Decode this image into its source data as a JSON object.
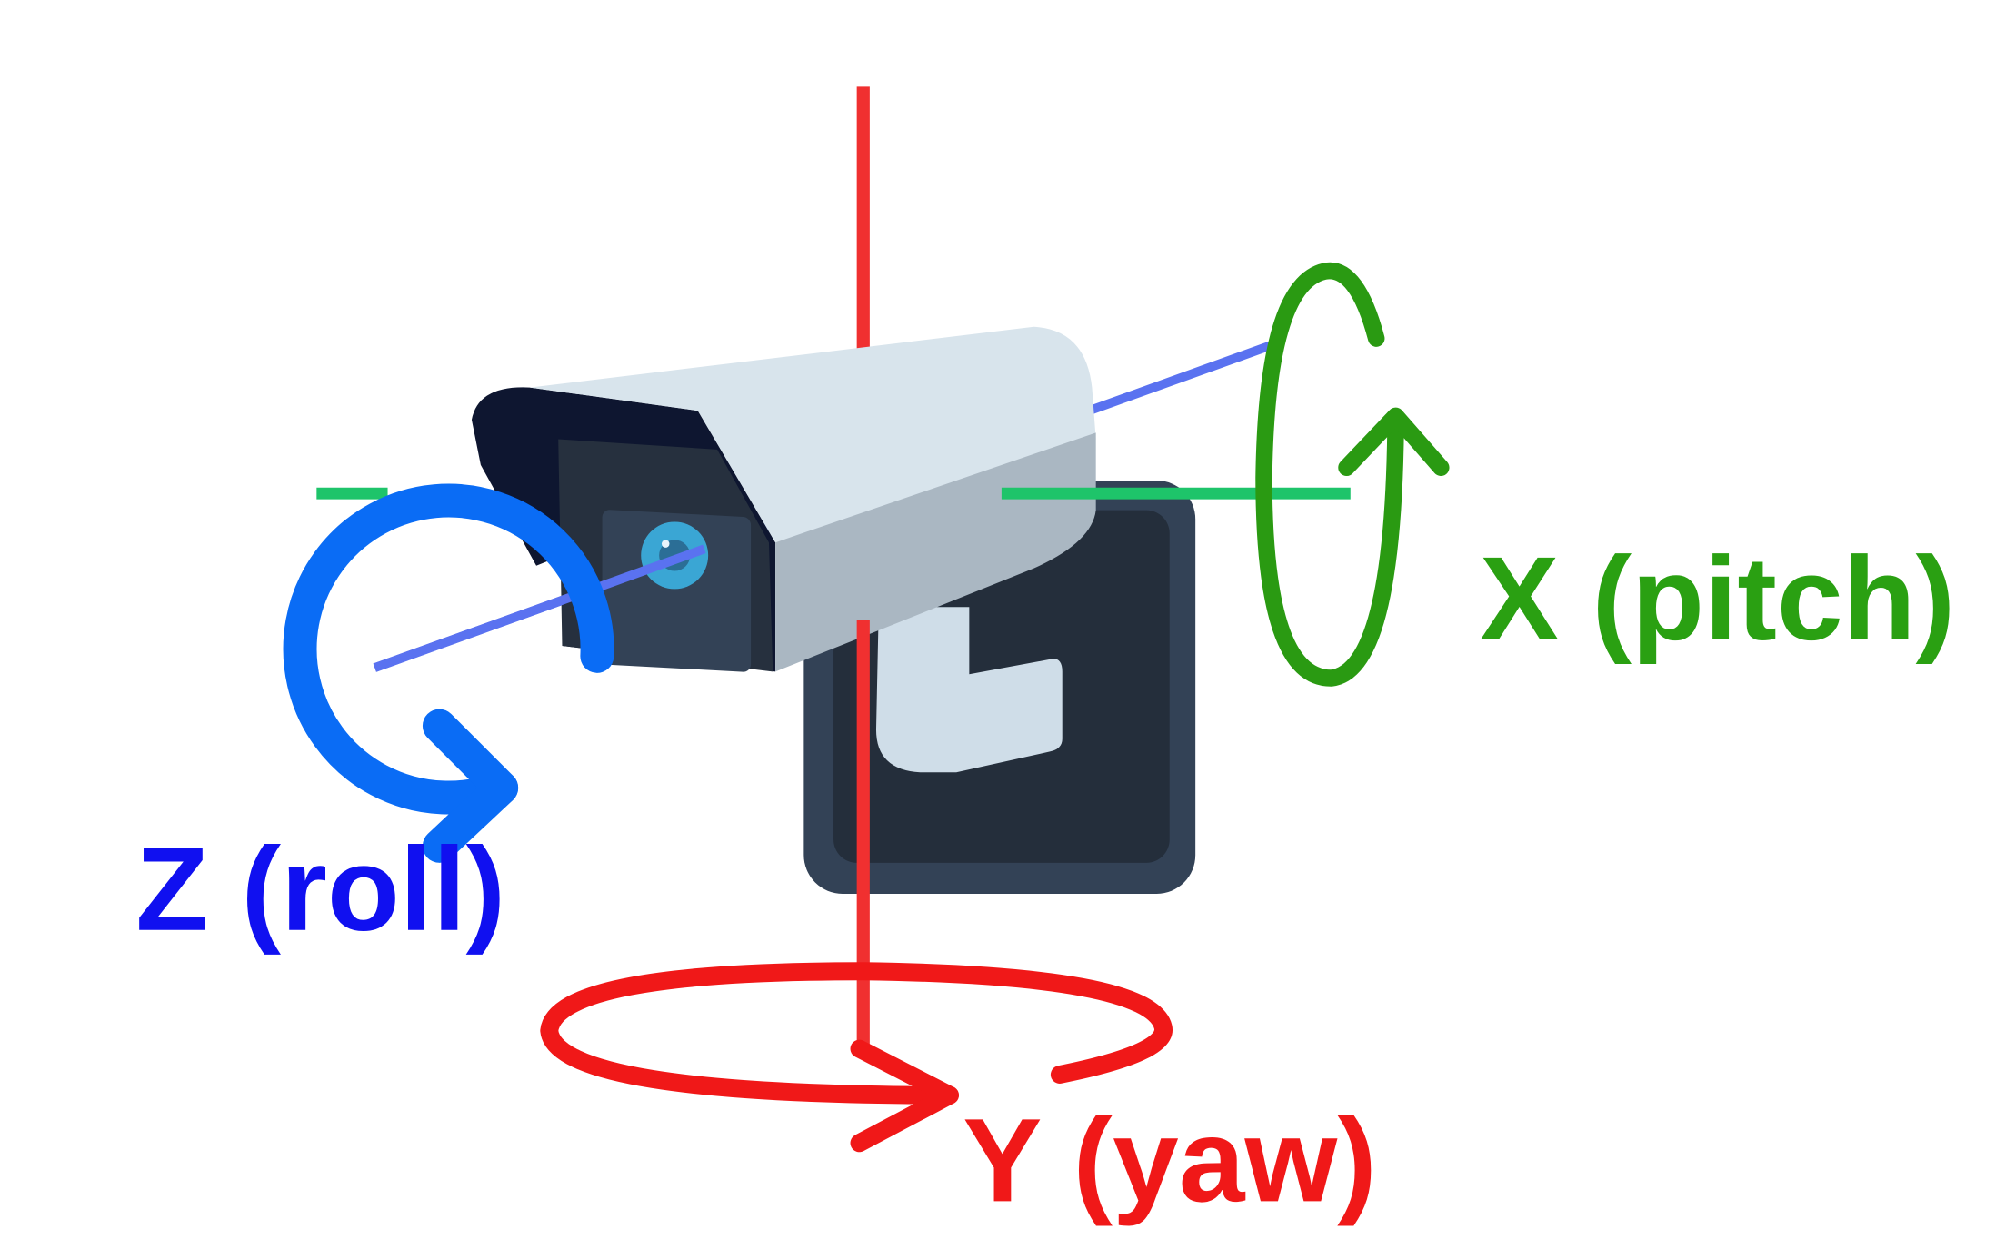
{
  "labels": {
    "x_axis": "X (pitch)",
    "y_axis": "Y (yaw)",
    "z_axis": "Z (roll)"
  },
  "colors": {
    "x_axis": "#2aa012",
    "x_line": "#1ec46a",
    "y_axis": "#f01818",
    "z_axis": "#1010f0",
    "z_line": "#5a72f0",
    "z_arrow": "#0a6cf5",
    "camera_dark": "#26303e",
    "camera_light": "#d8e4ec"
  },
  "icons": [
    "security-camera-icon",
    "pitch-rotation-arrow",
    "yaw-rotation-arrow",
    "roll-rotation-arrow"
  ]
}
